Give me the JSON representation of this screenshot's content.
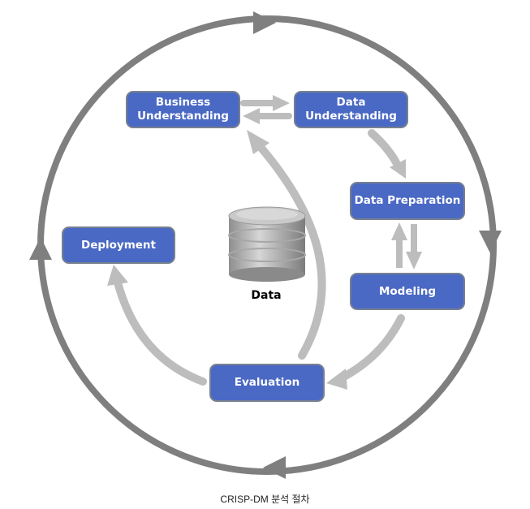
{
  "phases": {
    "business_understanding": "Business Understanding",
    "data_understanding": "Data Understanding",
    "data_preparation": "Data Preparation",
    "modeling": "Modeling",
    "evaluation": "Evaluation",
    "deployment": "Deployment"
  },
  "data_label": "Data",
  "caption": "CRISP-DM 분석 절차",
  "colors": {
    "box": "#4a69c4",
    "cycle": "#7f7f7f",
    "arrow": "#bdbdbd"
  }
}
